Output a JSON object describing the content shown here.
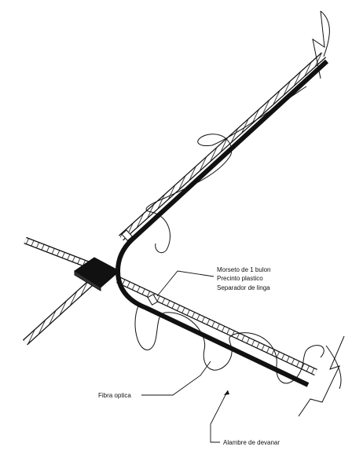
{
  "labels": {
    "clamp": "Morseto de 1 bulon",
    "tie": "Precinto plastico",
    "separator": "Separador de linga",
    "fiber": "Fibra optica",
    "wire": "Alambre de devanar"
  },
  "colors": {
    "line": "#111111",
    "background": "#ffffff",
    "hatch_fill": "#ffffff"
  }
}
